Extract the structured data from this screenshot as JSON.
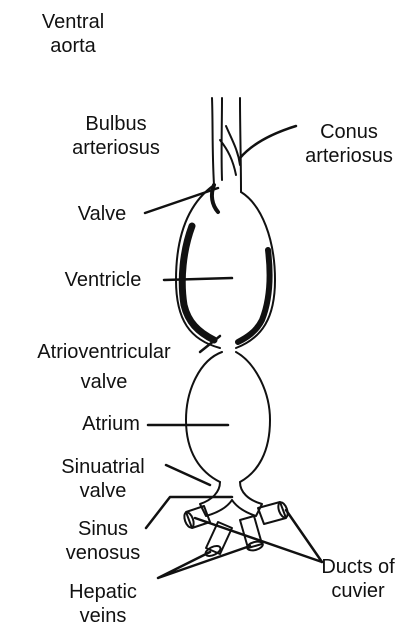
{
  "labels": {
    "ventral_aorta": [
      "Ventral",
      "aorta"
    ],
    "bulbus_arteriosus": [
      "Bulbus",
      "arteriosus"
    ],
    "conus_arteriosus": [
      "Conus",
      "arteriosus"
    ],
    "valve": [
      "Valve"
    ],
    "ventricle": [
      "Ventricle"
    ],
    "atrioventricular_valve": [
      "Atrioventricular",
      "valve"
    ],
    "atrium": [
      "Atrium"
    ],
    "sinuatrial_valve": [
      "Sinuatrial",
      "valve"
    ],
    "sinus_venosus": [
      "Sinus",
      "venosus"
    ],
    "hepatic_veins": [
      "Hepatic",
      "veins"
    ],
    "ducts_of_cuvier": [
      "Ducts of",
      "cuvier"
    ]
  },
  "colors": {
    "ink": "#111111",
    "background": "#ffffff"
  }
}
